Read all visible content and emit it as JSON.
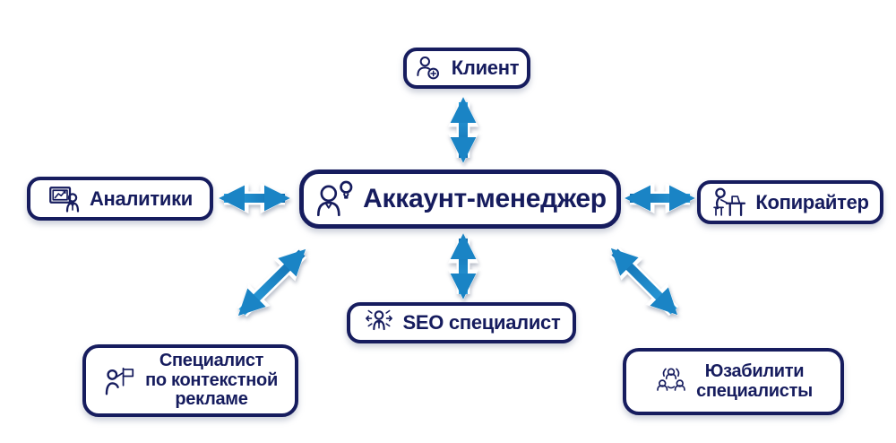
{
  "diagram": {
    "description": "Team communication scheme centered on account manager",
    "colors": {
      "navy": "#161c5e",
      "arrow_light": "#2ca0de",
      "arrow_dark": "#0f6cae",
      "arrow_mid": "#1a84c5",
      "background": "#ffffff"
    },
    "nodes": {
      "account_manager": {
        "label": "Аккаунт-менеджер",
        "icon": "person-idea-icon"
      },
      "client": {
        "label": "Клиент",
        "icon": "person-add-icon"
      },
      "analysts": {
        "label": "Аналитики",
        "icon": "presentation-chart-icon"
      },
      "copywriter": {
        "label": "Копирайтер",
        "icon": "person-at-desk-icon"
      },
      "seo": {
        "label": "SEO специалист",
        "icon": "person-expand-arrows-icon"
      },
      "context": {
        "label": "Специалист по контекстной рекламе",
        "lines": [
          "Специалист",
          "по контекстной",
          "рекламе"
        ],
        "icon": "person-flag-icon"
      },
      "usability": {
        "label": "Юзабилити специалисты",
        "lines": [
          "Юзабилити",
          "специалисты"
        ],
        "icon": "people-network-icon"
      }
    },
    "connections": [
      {
        "from": "account_manager",
        "to": "client",
        "bidirectional": true
      },
      {
        "from": "account_manager",
        "to": "analysts",
        "bidirectional": true
      },
      {
        "from": "account_manager",
        "to": "copywriter",
        "bidirectional": true
      },
      {
        "from": "account_manager",
        "to": "seo",
        "bidirectional": true
      },
      {
        "from": "account_manager",
        "to": "context",
        "bidirectional": true
      },
      {
        "from": "account_manager",
        "to": "usability",
        "bidirectional": true
      }
    ]
  }
}
